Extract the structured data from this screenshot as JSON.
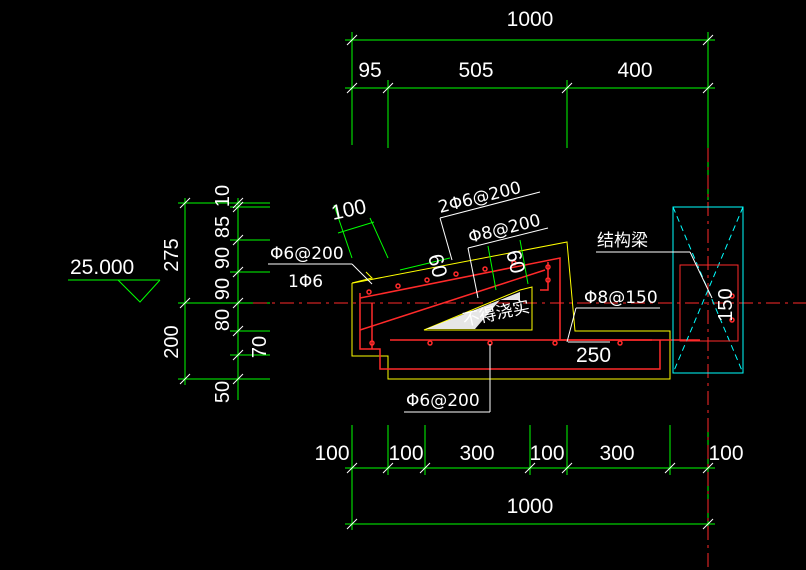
{
  "colors": {
    "background": "#000000",
    "dimension": "#00ff00",
    "outline": "#ffff00",
    "rebar": "#ff2a2a",
    "beam": "#00ffff",
    "text": "#ffffff"
  },
  "top_dims": {
    "total": "1000",
    "d1": "95",
    "d2": "505",
    "d3": "400"
  },
  "bottom_dims": {
    "a": "100",
    "b": "100",
    "c": "300",
    "d": "100",
    "e": "300",
    "f": "100",
    "total": "1000"
  },
  "left_dims": {
    "d10": "10",
    "d85": "85",
    "d90a": "90",
    "d90b": "90",
    "d80": "80",
    "d70": "70",
    "d50": "50",
    "d275": "275",
    "d200": "200"
  },
  "elevation": "25.000",
  "labels": {
    "spacing100": "100",
    "phi6_200_top": "Φ6@200",
    "one_phi6": "1Φ6",
    "two_phi6_200": "2Φ6@200",
    "phi8_200": "Φ8@200",
    "d60a": "60",
    "d60b": "60",
    "struct_beam": "结构梁",
    "phi8_150": "Φ8@150",
    "d250": "250",
    "d150": "150",
    "no_fill": "不得浇实",
    "phi6_200_bottom": "Φ6@200"
  }
}
